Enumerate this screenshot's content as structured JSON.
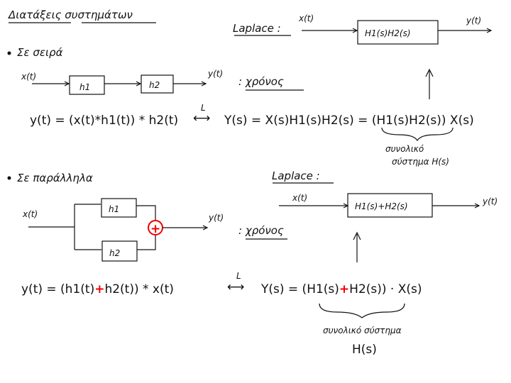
{
  "title": "Διατάξεις συστημάτων",
  "series": {
    "heading": "Σε σειρά",
    "input": "x(t)",
    "block1": "h1",
    "block2": "h2",
    "output": "y(t)",
    "domain_label": ": χρόνος",
    "laplace_label": "Laplace :",
    "laplace_input": "x(t)",
    "laplace_block": "H1(s)H2(s)",
    "laplace_output": "y(t)",
    "equation_time": "y(t) = (x(t)*h1(t)) * h2(t)",
    "transform_symbol": "L",
    "equation_s": "Y(s) = X(s)H1(s)H2(s) = (H1(s)H2(s)) X(s)",
    "brace_label_1": "συνολικό",
    "brace_label_2": "σύστημα H(s)"
  },
  "parallel": {
    "heading": "Σε παράλληλα",
    "input": "x(t)",
    "block1": "h1",
    "block2": "h2",
    "sum_symbol": "+",
    "output": "y(t)",
    "domain_label": ": χρόνος",
    "laplace_label": "Laplace :",
    "laplace_input": "x(t)",
    "laplace_block": "H1(s)+H2(s)",
    "laplace_output": "y(t)",
    "equation_time_a": "y(t) = (h1(t)",
    "equation_time_plus": "+",
    "equation_time_b": "h2(t)) * x(t)",
    "transform_symbol": "L",
    "equation_s_a": "Y(s) = (H1(s)",
    "equation_s_plus": "+",
    "equation_s_b": "H2(s)) · X(s)",
    "brace_label_1": "συνολικό σύστημα",
    "brace_label_2": "H(s)"
  },
  "colors": {
    "ink": "#111111",
    "accent": "#e00000"
  }
}
